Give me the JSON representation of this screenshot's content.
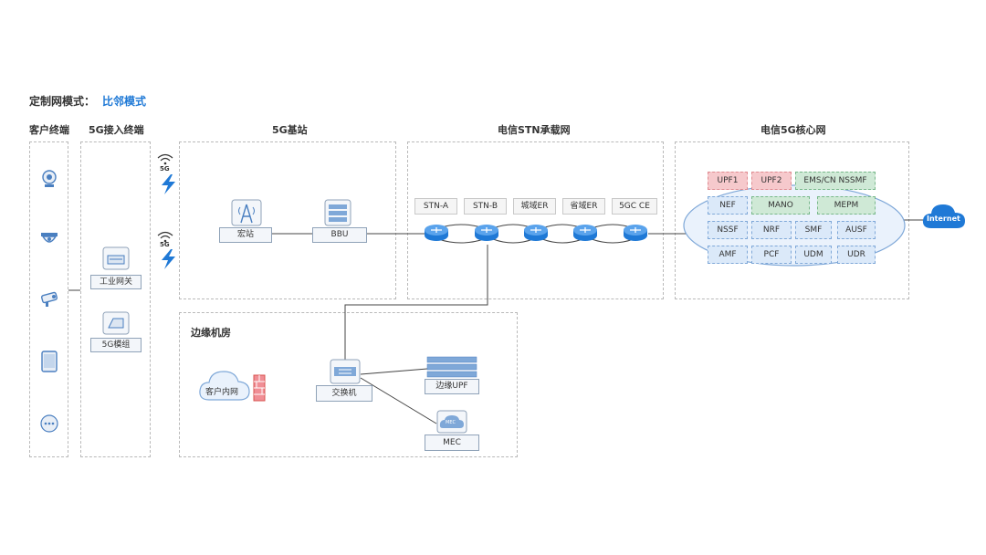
{
  "header": {
    "prefix": "定制网模式：",
    "mode": "比邻模式"
  },
  "sections": {
    "customer_terminal": "客户终端",
    "access_terminal": "5G接入终端",
    "base_station": "5G基站",
    "stn": "电信STN承载网",
    "core": "电信5G核心网",
    "edge_room": "边缘机房"
  },
  "access": {
    "gateway": "工业网关",
    "module": "5G模组"
  },
  "signal": {
    "label1": "5G",
    "label2": "5G"
  },
  "base": {
    "macro": "宏站",
    "bbu": "BBU"
  },
  "stn_nodes": [
    "STN-A",
    "STN-B",
    "城域ER",
    "省域ER",
    "5GC CE"
  ],
  "core": {
    "row1": [
      "UPF1",
      "UPF2",
      "EMS/CN NSSMF"
    ],
    "row2": [
      "NEF",
      "MANO",
      "MEPM"
    ],
    "row3": [
      "NSSF",
      "NRF",
      "SMF",
      "AUSF"
    ],
    "row4": [
      "AMF",
      "PCF",
      "UDM",
      "UDR"
    ]
  },
  "internet": "Internet",
  "edge": {
    "customer_net": "客户内网",
    "switch": "交换机",
    "edge_upf": "边缘UPF",
    "mec": "MEC",
    "mec_icon_text": "MEC"
  },
  "terminal_icons": [
    "camera-icon",
    "dome-camera-icon",
    "bullet-camera-icon",
    "tablet-icon",
    "more-icon"
  ],
  "colors": {
    "accent": "#1f79d6",
    "red": "#f6c9cc",
    "green": "#cfe9d6",
    "blue": "#dbe9f9"
  }
}
